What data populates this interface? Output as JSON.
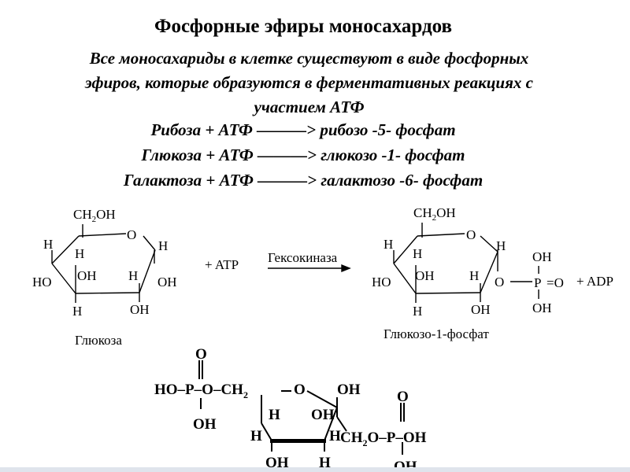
{
  "slide": {
    "title": "Фосфорные эфиры моносахардов",
    "intro_lines": [
      "Все моносахариды в клетке существуют в виде фосфорных",
      "эфиров, которые образуются в ферментативных реакциях с",
      "участием АТФ"
    ],
    "equations": [
      "Рибоза + АТФ ———> рибозо -5- фосфат",
      "Глюкоза + АТФ ———> глюкозо -1- фосфат",
      "Галактоза + АТФ ———> галактозо -6- фосфат"
    ]
  },
  "reaction": {
    "glucose": {
      "ch2oh": "CH",
      "ch2oh_sub": "2",
      "ch2oh_tail": "OH",
      "o": "O",
      "h": "H",
      "oh": "OH",
      "ho": "HO",
      "name": "Глюкоза"
    },
    "plus_atp": "+  ATP",
    "enzyme": "Гексокиназа",
    "product": {
      "ch2oh": "CH",
      "ch2oh_sub": "2",
      "ch2oh_tail": "OH",
      "o": "O",
      "h": "H",
      "oh": "OH",
      "ho": "HO",
      "p": "P",
      "eq_o": "=O",
      "plus_adp": "+  ADP",
      "name": "Глюкозо-1-фосфат"
    }
  },
  "bisphosphate": {
    "o": "O",
    "ho_p_o_ch": "HO–P–O–CH",
    "sub2": "2",
    "oh": "OH",
    "h": "H",
    "ch2o_p_oh": "CH",
    "ch2o_p_oh_tail": "O–P–OH"
  }
}
